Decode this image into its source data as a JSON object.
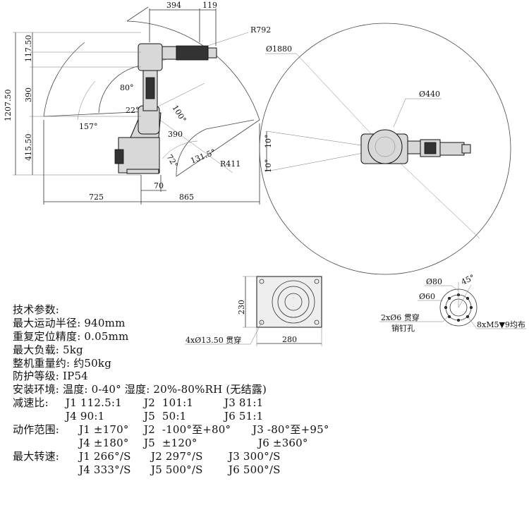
{
  "side_view": {
    "dims": {
      "top1": "394",
      "top2": "119",
      "r792": "R792",
      "h_total": "1207.50",
      "h1": "117.50",
      "h2": "390",
      "h3": "415.50",
      "a80": "80°",
      "a22": "22°",
      "a157": "157°",
      "a100": "100°",
      "d390": "390",
      "a72": "72°",
      "a131": "131.5°",
      "r411": "R411",
      "d70": "70",
      "d725": "725",
      "d865": "865"
    }
  },
  "top_view": {
    "dims": {
      "d1880": "Ø1880",
      "d440": "Ø440",
      "a10a": "10°",
      "a10b": "10°"
    }
  },
  "base_view": {
    "dims": {
      "d230": "230",
      "d280": "280",
      "holes": "4xØ13.50 贯穿"
    }
  },
  "flange_view": {
    "dims": {
      "d80": "Ø80",
      "a45": "45°",
      "d60": "Ø60",
      "pin": "2xØ6 贯穿",
      "pin2": "销钉孔",
      "thread": "8xM5▼9均布"
    }
  },
  "specs": {
    "title": "技术参数:",
    "reach": "最大运动半径: 940mm",
    "repeat": "重复定位精度: 0.05mm",
    "payload": "最大负载: 5kg",
    "weight": "整机重量约: 约50kg",
    "ip": "防护等级: IP54",
    "env": "安装环境: 温度: 0-40° 湿度: 20%-80%RH (无结露)",
    "ratio_label": "减速比:",
    "ratio_j1": "J1 112.5:1",
    "ratio_j2": "J2  101:1",
    "ratio_j3": "J3 81:1",
    "ratio_j4": "J4 90:1",
    "ratio_j5": "J5  50:1",
    "ratio_j6": "J6 51:1",
    "range_label": "动作范围:",
    "range_j1": "J1 ±170°",
    "range_j2": "J2  -100°至+80°",
    "range_j3": "J3 -80°至+95°",
    "range_j4": "J4 ±180°",
    "range_j5": "J5  ±120°",
    "range_j6": "J6 ±360°",
    "speed_label": "最大转速:",
    "speed_j1": "J1 266°/S",
    "speed_j2": "J2 297°/S",
    "speed_j3": "J3 300°/S",
    "speed_j4": "J4 333°/S",
    "speed_j5": "J5 500°/S",
    "speed_j6": "J6 500°/S"
  }
}
